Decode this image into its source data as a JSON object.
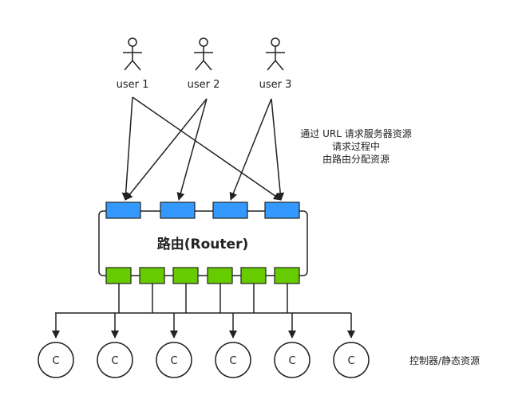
{
  "users": [
    {
      "label": "user 1",
      "icon": "stick-figure-icon"
    },
    {
      "label": "user 2",
      "icon": "stick-figure-icon"
    },
    {
      "label": "user 3",
      "icon": "stick-figure-icon"
    }
  ],
  "note": {
    "lines": [
      "通过 URL 请求服务器资源",
      "请求过程中",
      "由路由分配资源"
    ]
  },
  "router": {
    "title": "路由(Router)",
    "input_port_color": "#3399ff",
    "output_port_color": "#66cc00",
    "input_ports": 4,
    "output_ports": 6
  },
  "controllers": [
    "C",
    "C",
    "C",
    "C",
    "C",
    "C"
  ],
  "controllers_label": "控制器/静态资源"
}
